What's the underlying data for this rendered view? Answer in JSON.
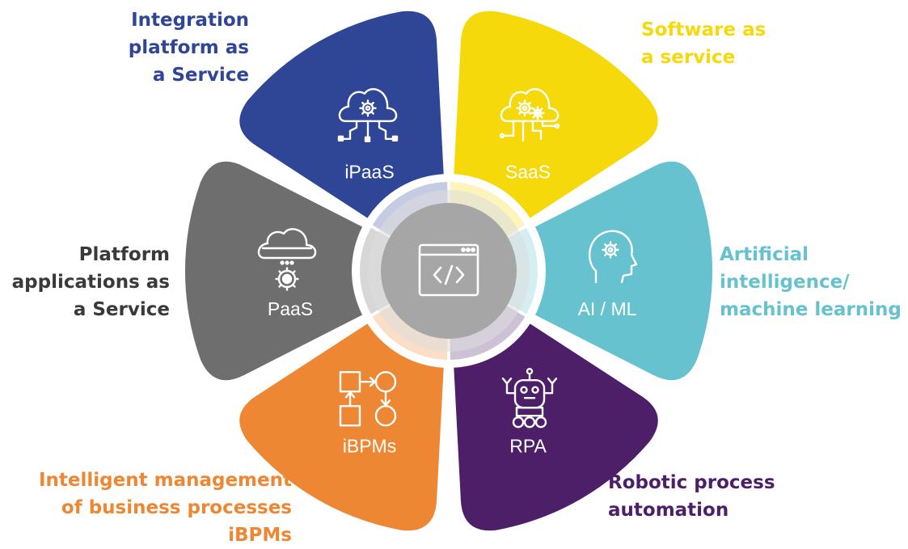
{
  "colors": {
    "ipaas": "#2f4596",
    "saas": "#f5d90b",
    "ai": "#66c2cf",
    "rpa": "#4c1f68",
    "ibpms": "#ee8733",
    "paas": "#6e6e6e",
    "hub": "#a6a6a6",
    "hub_ring": "#dcdcdc",
    "icon": "#ffffff"
  },
  "hub": {
    "icon": "code-window-icon"
  },
  "segments": [
    {
      "key": "ipaas",
      "short": "iPaaS",
      "icon": "cloud-gear-network-icon",
      "description": "Integration\nplatform as\na Service"
    },
    {
      "key": "saas",
      "short": "SaaS",
      "icon": "cloud-gear-circuit-icon",
      "description": "Software as\na service"
    },
    {
      "key": "ai",
      "short": "AI / ML",
      "icon": "head-gear-icon",
      "description": "Artificial\nintelligence/\nmachine learning"
    },
    {
      "key": "rpa",
      "short": "RPA",
      "icon": "robot-icon",
      "description": "Robotic process\nautomation"
    },
    {
      "key": "ibpms",
      "short": "iBPMs",
      "icon": "process-flow-icon",
      "description": "Intelligent management\nof business processes\niBPMs"
    },
    {
      "key": "paas",
      "short": "PaaS",
      "icon": "cloud-gear-platform-icon",
      "description": "Platform\napplications as\na Service"
    }
  ]
}
